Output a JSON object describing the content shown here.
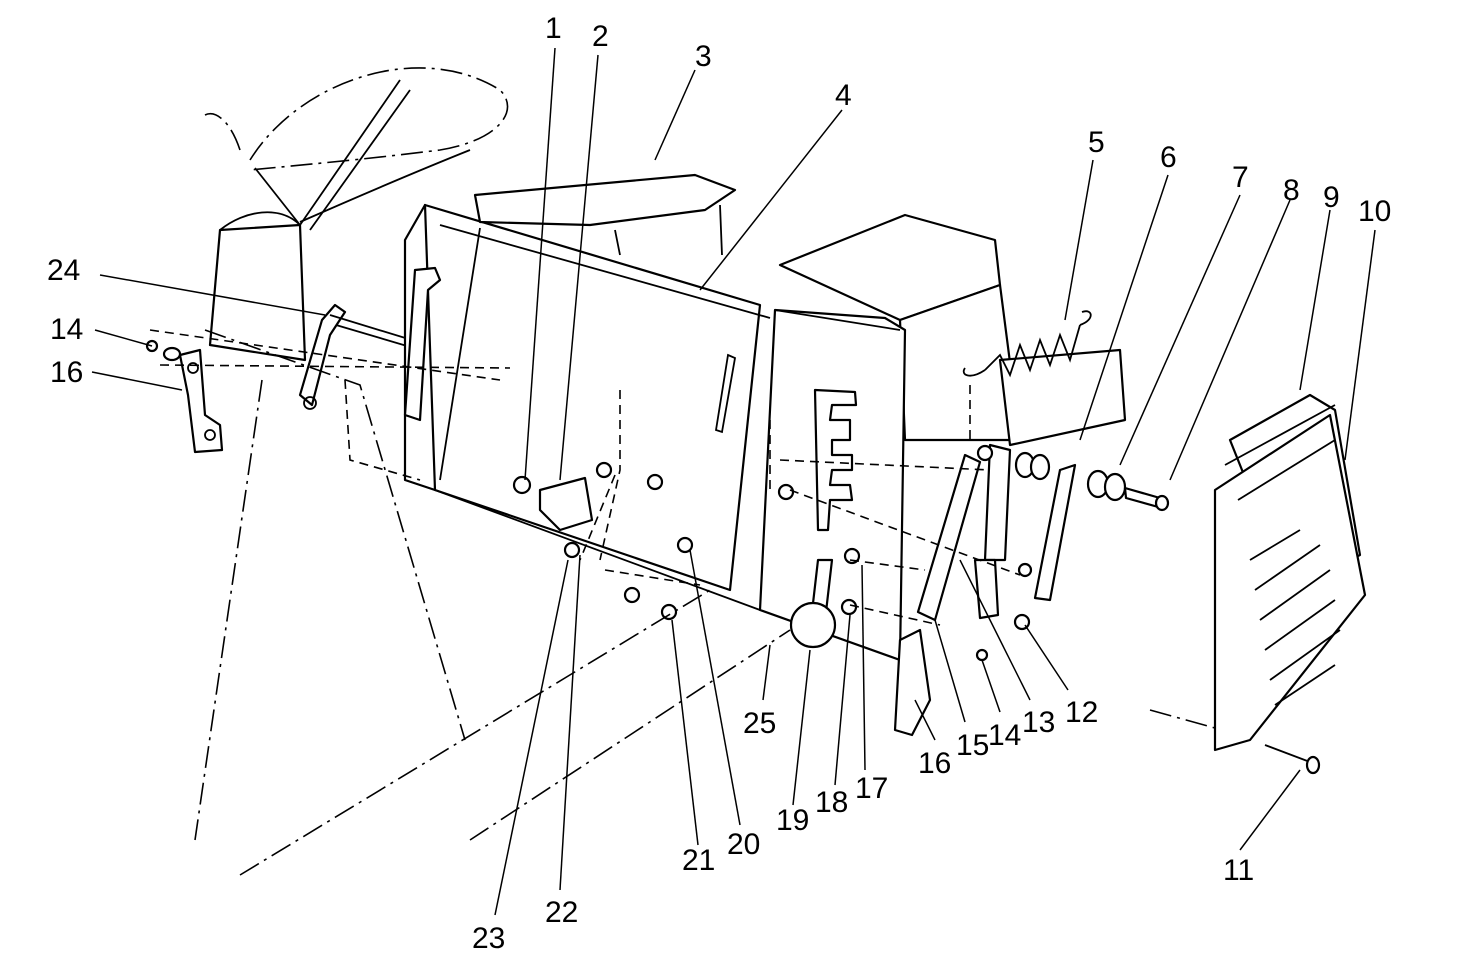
{
  "diagram": {
    "type": "exploded parts view",
    "callouts": [
      {
        "id": "c1",
        "text": "1"
      },
      {
        "id": "c2",
        "text": "2"
      },
      {
        "id": "c3",
        "text": "3"
      },
      {
        "id": "c4",
        "text": "4"
      },
      {
        "id": "c5",
        "text": "5"
      },
      {
        "id": "c6",
        "text": "6"
      },
      {
        "id": "c7",
        "text": "7"
      },
      {
        "id": "c8",
        "text": "8"
      },
      {
        "id": "c9",
        "text": "9"
      },
      {
        "id": "c10",
        "text": "10"
      },
      {
        "id": "c11",
        "text": "11"
      },
      {
        "id": "c12",
        "text": "12"
      },
      {
        "id": "c13",
        "text": "13"
      },
      {
        "id": "c14a",
        "text": "14"
      },
      {
        "id": "c14b",
        "text": "14"
      },
      {
        "id": "c15",
        "text": "15"
      },
      {
        "id": "c16a",
        "text": "16"
      },
      {
        "id": "c16b",
        "text": "16"
      },
      {
        "id": "c17",
        "text": "17"
      },
      {
        "id": "c18",
        "text": "18"
      },
      {
        "id": "c19",
        "text": "19"
      },
      {
        "id": "c20",
        "text": "20"
      },
      {
        "id": "c21",
        "text": "21"
      },
      {
        "id": "c22",
        "text": "22"
      },
      {
        "id": "c23",
        "text": "23"
      },
      {
        "id": "c24",
        "text": "24"
      },
      {
        "id": "c25",
        "text": "25"
      }
    ]
  }
}
